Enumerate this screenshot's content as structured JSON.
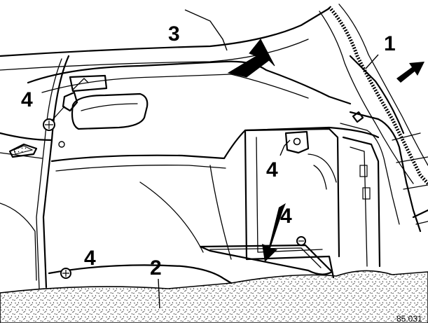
{
  "callouts": {
    "c1": "1",
    "c2": "2",
    "c3": "3",
    "c4a": "4",
    "c4b": "4",
    "c4c": "4",
    "c4d": "4"
  },
  "figure_ref": "85.031"
}
